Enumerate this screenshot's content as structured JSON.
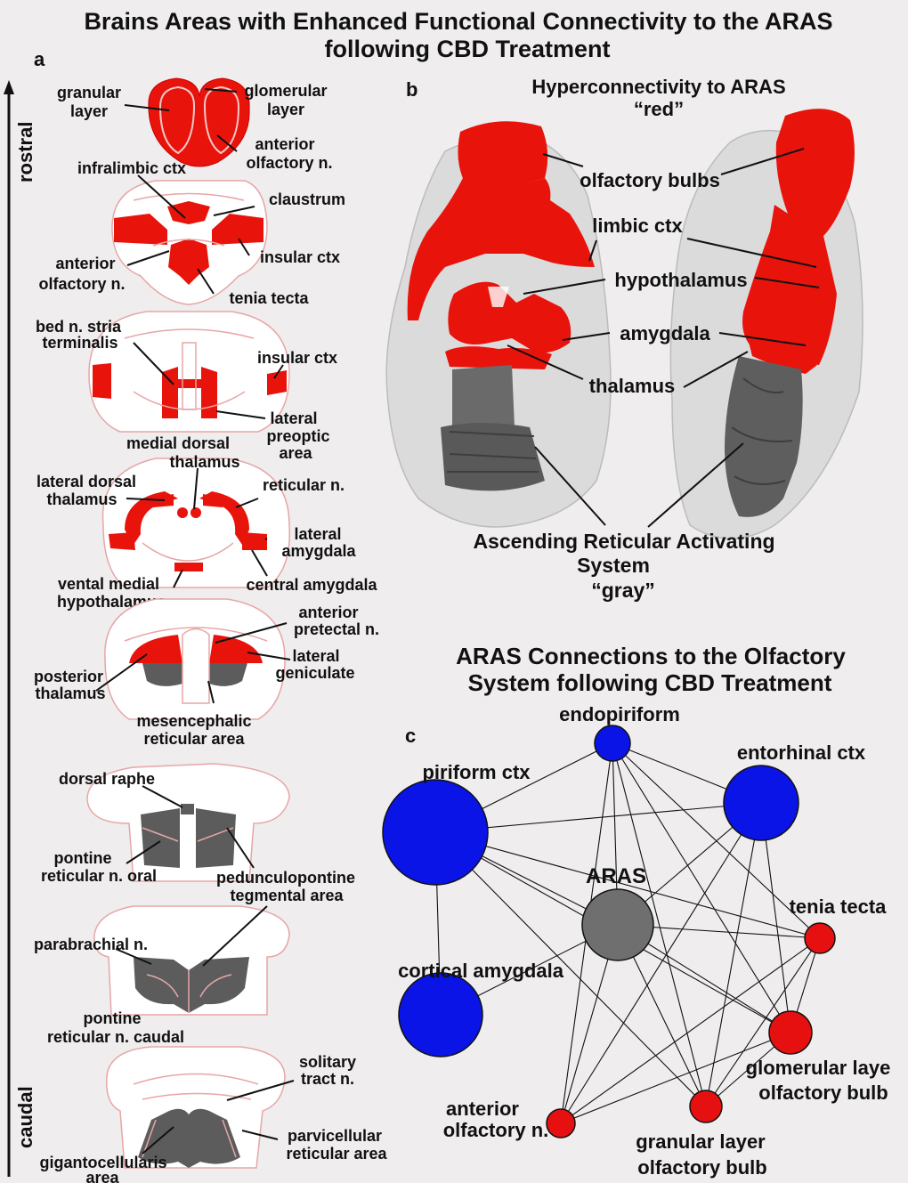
{
  "title": {
    "line1": "Brains Areas with Enhanced Functional Connectivity to the ARAS",
    "line2": "following CBD Treatment"
  },
  "panel_a": {
    "letter": "a",
    "axis_top": "rostral",
    "axis_bottom": "caudal",
    "labels": {
      "granular_layer_1": "granular",
      "granular_layer_2": "layer",
      "glomerular_layer_1": "glomerular",
      "glomerular_layer_2": "layer",
      "anterior_olfactory_top_1": "anterior",
      "anterior_olfactory_top_2": "olfactory n.",
      "infralimbic_ctx": "infralimbic ctx",
      "claustrum": "claustrum",
      "insular_ctx_1": "insular  ctx",
      "anterior_olfactory_2_1": "anterior",
      "anterior_olfactory_2_2": "olfactory n.",
      "tenia_tecta": "tenia tecta",
      "bed_n_1": "bed n. stria",
      "bed_n_2": "terminalis",
      "insular_ctx_2": "insular ctx",
      "lateral_preoptic_1": "lateral",
      "lateral_preoptic_2": "preoptic",
      "lateral_preoptic_3": "area",
      "medial_dorsal_1": "medial dorsal",
      "medial_dorsal_2": "thalamus",
      "lateral_dorsal_1": "lateral dorsal",
      "lateral_dorsal_2": "thalamus",
      "reticular_n": "reticular n.",
      "lateral_amygdala_1": "lateral",
      "lateral_amygdala_2": "amygdala",
      "ventral_medial_1": "vental medial",
      "ventral_medial_2": "hypothalamus",
      "central_amygdala": "central amygdala",
      "anterior_pretectal_1": "anterior",
      "anterior_pretectal_2": "pretectal n.",
      "lateral_geniculate_1": "lateral",
      "lateral_geniculate_2": "geniculate",
      "posterior_thalamus_1": "posterior",
      "posterior_thalamus_2": "thalamus",
      "mesencephalic_1": "mesencephalic",
      "mesencephalic_2": "reticular area",
      "dorsal_raphe": "dorsal raphe",
      "pontine_oral_1": "pontine",
      "pontine_oral_2": "reticular n. oral",
      "pedunculopontine_1": "pedunculopontine",
      "pedunculopontine_2": "tegmental area",
      "parabrachial": "parabrachial n.",
      "pontine_caudal_1": "pontine",
      "pontine_caudal_2": "reticular n. caudal",
      "solitary_1": "solitary",
      "solitary_2": "tract n.",
      "parvicellular_1": "parvicellular",
      "parvicellular_2": "reticular area",
      "gigantocellularis_1": "gigantocellularis",
      "gigantocellularis_2": "area"
    }
  },
  "panel_b": {
    "letter": "b",
    "title_1": "Hyperconnectivity to ARAS",
    "title_2": "“red”",
    "labels": {
      "olfactory_bulbs": "olfactory bulbs",
      "limbic_ctx": "limbic ctx",
      "hypothalamus": "hypothalamus",
      "amygdala": "amygdala",
      "thalamus": "thalamus"
    },
    "aras_1": "Ascending Reticular Activating",
    "aras_2": "System",
    "aras_3": "“gray”"
  },
  "panel_c": {
    "letter": "c",
    "title_1": "ARAS Connections to the Olfactory",
    "title_2": "System following CBD Treatment",
    "colors": {
      "blue": "#0a14e6",
      "gray": "#6f6f6f",
      "red": "#e61010"
    },
    "nodes": {
      "endopiriform": "endopiriform",
      "piriform": "piriform ctx",
      "entorhinal": "entorhinal ctx",
      "aras": "ARAS",
      "tenia": "tenia tecta",
      "cortical_amygdala": "cortical amygdala",
      "glomerular_1": "glomerular laye",
      "glomerular_2": "olfactory bulb",
      "granular_1": "granular layer",
      "granular_2": "olfactory bulb",
      "anterior_1": "anterior",
      "anterior_2": "olfactory n."
    }
  },
  "colors": {
    "background": "#efeded",
    "highlight_red": "#e8140c",
    "aras_gray": "#5c5c5c",
    "outline": "#e7a6a6"
  }
}
